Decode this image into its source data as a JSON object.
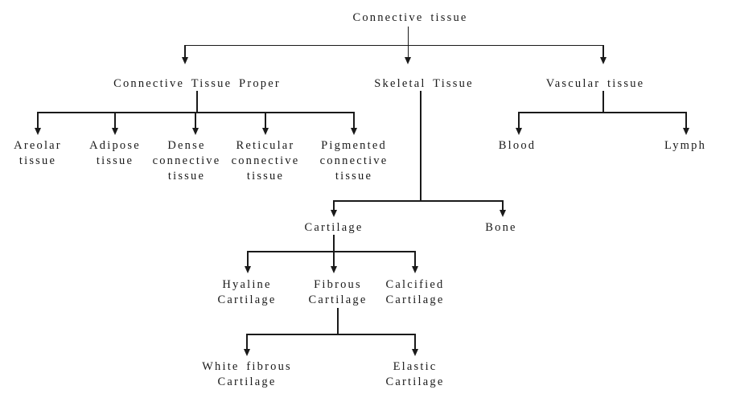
{
  "title": "Connective tissue",
  "colors": {
    "line": "#1a1a1a",
    "text": "#1a1a1a",
    "background": "#ffffff"
  },
  "tree": {
    "label": "Connective tissue",
    "children": [
      {
        "label": "Connective Tissue Proper",
        "children": [
          {
            "label": "Areolar\ntissue"
          },
          {
            "label": "Adipose\ntissue"
          },
          {
            "label": "Dense\nconnective\ntissue"
          },
          {
            "label": "Reticular\nconnective\ntissue"
          },
          {
            "label": "Pigmented\nconnective\ntissue"
          }
        ]
      },
      {
        "label": "Skeletal Tissue",
        "children": [
          {
            "label": "Cartilage",
            "children": [
              {
                "label": "Hyaline\nCartilage"
              },
              {
                "label": "Fibrous\nCartilage",
                "children": [
                  {
                    "label": "White fibrous\nCartilage"
                  },
                  {
                    "label": "Elastic\nCartilage"
                  }
                ]
              },
              {
                "label": "Calcified\nCartilage"
              }
            ]
          },
          {
            "label": "Bone"
          }
        ]
      },
      {
        "label": "Vascular tissue",
        "children": [
          {
            "label": "Blood"
          },
          {
            "label": "Lymph"
          }
        ]
      }
    ]
  }
}
